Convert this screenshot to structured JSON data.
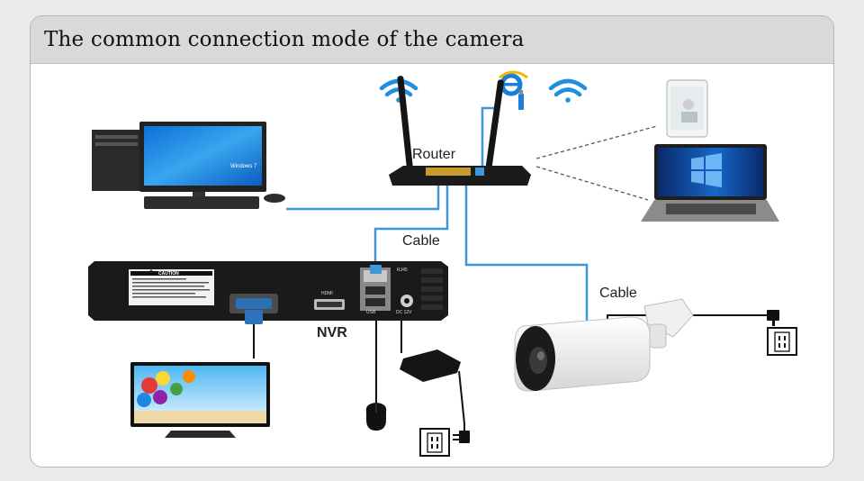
{
  "title": "The common connection mode of the camera",
  "labels": {
    "router": "Router",
    "cable_top": "Cable",
    "cable_camera": "Cable",
    "nvr": "NVR",
    "nvr_caution": "CAUTION",
    "nvr_rj45": "RJ45",
    "nvr_hdmi": "HDMI",
    "nvr_dc": "DC 12V",
    "nvr_usb": "USB",
    "windows_badge": "Windows 7"
  },
  "colors": {
    "cable": "#3d97d8",
    "wifi": "#1f8fe0",
    "dashed": "#555555",
    "header": "#d9d9d9"
  },
  "icons": [
    "wifi-icon",
    "internet-explorer-icon",
    "usb-dongle-icon",
    "power-outlet-icon",
    "mouse-icon"
  ]
}
